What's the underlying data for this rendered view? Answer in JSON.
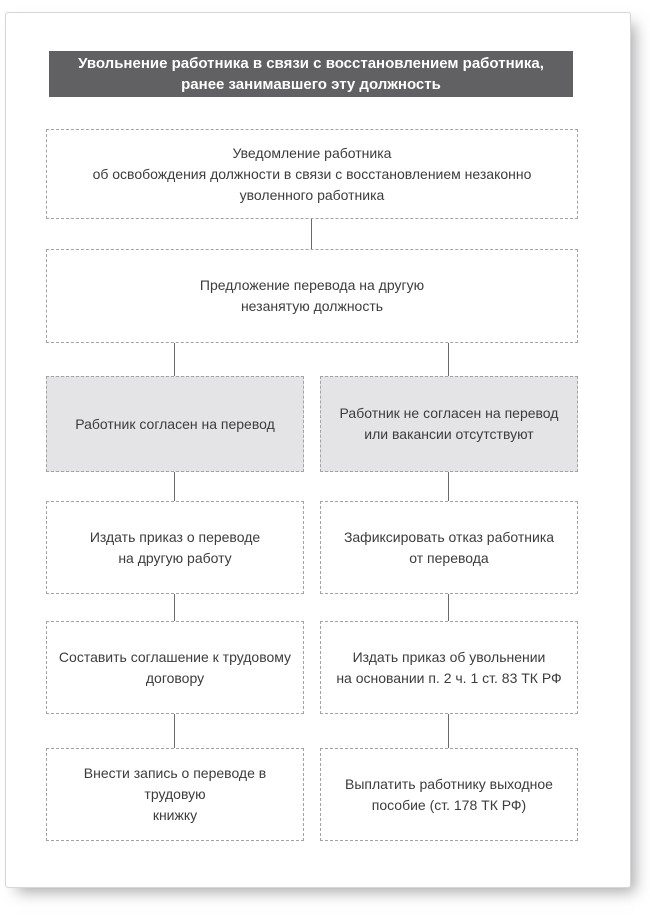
{
  "colors": {
    "header-bg": "#616164",
    "header-text": "#ffffff",
    "node-border": "#a3a3a5",
    "node-fill-highlight": "#e4e4e7",
    "connector": "#6b6b6d",
    "text": "#3c3c3e"
  },
  "header": {
    "title": "Увольнение работника в связи с восстановлением работника,\nранее занимавшего эту должность"
  },
  "nodes": {
    "notification": {
      "text": "Уведомление работника\nоб освобождения должности в связи с восстановлением незаконно\nуволенного работника"
    },
    "transfer_offer": {
      "text": "Предложение перевода на другую\nнезанятую должность"
    },
    "agree": {
      "text": "Работник согласен на перевод"
    },
    "disagree": {
      "text": "Работник не согласен на перевод\nили вакансии отсутствуют"
    },
    "transfer_order": {
      "text": "Издать приказ о переводе\nна другую работу"
    },
    "record_refusal": {
      "text": "Зафиксировать отказ работника\nот перевода"
    },
    "labor_agreement": {
      "text": "Составить соглашение к трудовому\nдоговору"
    },
    "dismissal_order": {
      "text": "Издать приказ об увольнении\nна основании п. 2 ч. 1 ст. 83 ТК РФ"
    },
    "workbook_entry": {
      "text": "Внести запись о переводе в трудовую\nкнижку"
    },
    "severance_pay": {
      "text": "Выплатить работнику выходное\nпособие (ст. 178 ТК РФ)"
    }
  }
}
